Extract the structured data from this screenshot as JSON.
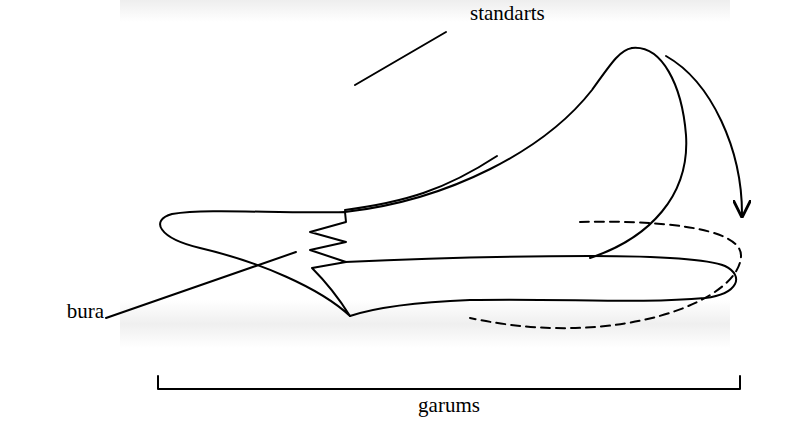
{
  "diagram": {
    "labels": [
      "standarts",
      "bura",
      "garums"
    ]
  }
}
